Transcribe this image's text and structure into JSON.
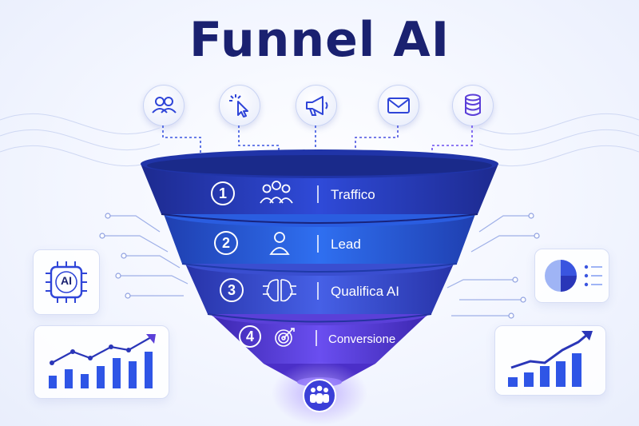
{
  "title": "Funnel AI",
  "colors": {
    "title": "#1a2170",
    "stage1": "#2a3fc0",
    "stage2": "#2857d8",
    "stage3": "#3a4fcf",
    "stage4": "#5b3fd8",
    "accent": "#3b4ee0"
  },
  "top_sources": [
    {
      "icon": "users-icon"
    },
    {
      "icon": "cursor-click-icon"
    },
    {
      "icon": "megaphone-icon"
    },
    {
      "icon": "mail-icon"
    },
    {
      "icon": "database-icon"
    }
  ],
  "stages": [
    {
      "number": "1",
      "label": "Traffico",
      "icon": "group-icon"
    },
    {
      "number": "2",
      "label": "Lead",
      "icon": "user-icon"
    },
    {
      "number": "3",
      "label": "Qualifica AI",
      "icon": "brain-circuit-icon"
    },
    {
      "number": "4",
      "label": "Conversione",
      "icon": "target-icon"
    }
  ],
  "output_icon": "team-icon",
  "side_cards": {
    "ai_chip": {
      "icon": "ai-chip-icon",
      "text": "AI"
    },
    "left_chart": {
      "icon": "growth-chart-icon"
    },
    "pie_chart": {
      "icon": "pie-chart-icon"
    },
    "right_chart": {
      "icon": "growth-chart-icon"
    }
  }
}
